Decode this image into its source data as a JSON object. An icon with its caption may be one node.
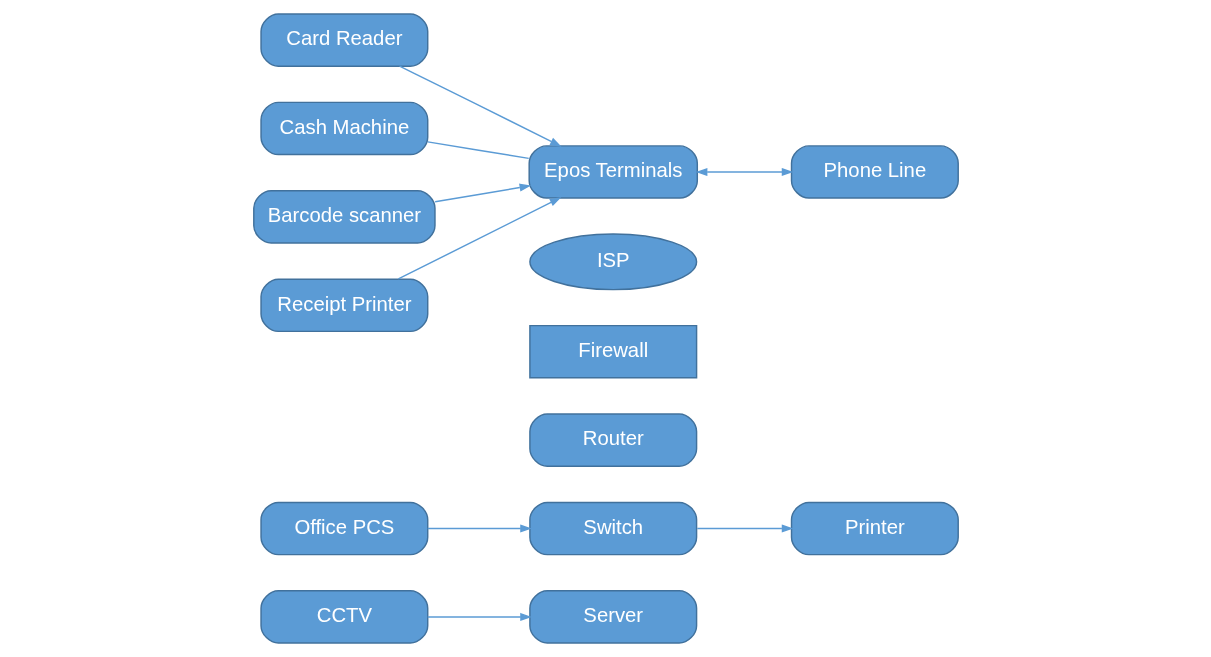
{
  "diagram": {
    "nodes": [
      {
        "text": [
          "ISP"
        ]
      },
      {
        "text": [
          "Firewall"
        ]
      },
      {
        "text": [
          "Router"
        ]
      },
      {
        "text": [
          "Switch"
        ]
      },
      {
        "text": [
          "Office PCS"
        ]
      },
      {
        "text": [
          "Server"
        ]
      },
      {
        "text": [
          "Printer"
        ]
      },
      {
        "text": [
          "CCTV"
        ]
      },
      {
        "text": [
          "Epos Terminals"
        ]
      },
      {
        "text": [
          "Phone Line"
        ]
      },
      {
        "text": [
          "Card Reader"
        ]
      },
      {
        "text": [
          "Cash Machine"
        ]
      },
      {
        "text": [
          "Barcode scanner"
        ]
      },
      {
        "text": [
          "Receipt Printer"
        ]
      }
    ],
    "edges": [
      {
        "from": 4,
        "to": 3,
        "arrow": "to"
      },
      {
        "from": 3,
        "to": 6,
        "arrow": "to"
      },
      {
        "from": 7,
        "to": 5,
        "arrow": "to"
      },
      {
        "from": 8,
        "to": 9,
        "arrow": "both"
      },
      {
        "from": 10,
        "to": 8,
        "arrow": "to"
      },
      {
        "from": 11,
        "to": 8,
        "arrow": "none"
      },
      {
        "from": 12,
        "to": 8,
        "arrow": "to"
      },
      {
        "from": 13,
        "to": 8,
        "arrow": "to"
      }
    ]
  }
}
